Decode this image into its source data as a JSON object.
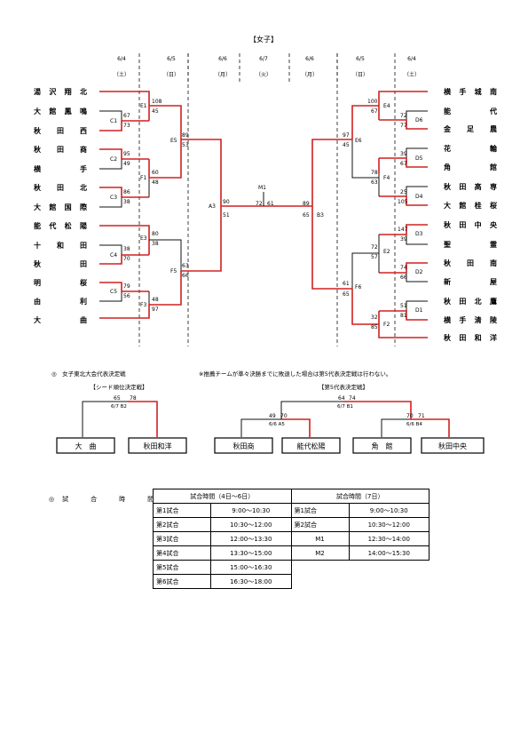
{
  "title": "【女子】",
  "dates": [
    {
      "date": "6/4",
      "day": "（土）"
    },
    {
      "date": "6/5",
      "day": "（日）"
    },
    {
      "date": "6/6",
      "day": "（月）"
    },
    {
      "date": "6/7",
      "day": "（火）"
    },
    {
      "date": "6/6",
      "day": "（月）"
    },
    {
      "date": "6/5",
      "day": "（日）"
    },
    {
      "date": "6/4",
      "day": "（土）"
    }
  ],
  "left_teams": [
    "湯沢翔北",
    "大館鳳鳴",
    "秋田西",
    "秋田商",
    "横手",
    "秋田北",
    "大館国際",
    "能代松陽",
    "十和田",
    "秋田",
    "明桜",
    "由利",
    "大曲"
  ],
  "right_teams": [
    "横手城南",
    "能代",
    "金足農",
    "花輪",
    "角館",
    "秋田高専",
    "大館桂桜",
    "秋田中央",
    "聖霊",
    "秋田南",
    "新屋",
    "秋田北鷹",
    "横手清陵",
    "秋田和洋"
  ],
  "match_labels": {
    "C1": "C1",
    "C2": "C2",
    "C3": "C3",
    "C4": "C4",
    "C5": "C5",
    "E1": "E1",
    "E3": "E3",
    "F1": "F1",
    "F3": "F3",
    "E5": "E5",
    "F5": "F5",
    "A3": "A3",
    "E4": "E4",
    "F4": "F4",
    "E2": "E2",
    "F2": "F2",
    "E6": "E6",
    "F6": "F6",
    "B3": "B3",
    "D1": "D1",
    "D2": "D2",
    "D3": "D3",
    "D4": "D4",
    "D5": "D5",
    "D6": "D6",
    "M1": "M1"
  },
  "scores": {
    "C1_top": "67",
    "C1_bot": "73",
    "C2_top": "95",
    "C2_bot": "49",
    "C3_top": "86",
    "C3_bot": "38",
    "C4_top": "38",
    "C4_bot": "70",
    "C5_top": "79",
    "C5_bot": "56",
    "E1_top": "108",
    "E1_bot": "45",
    "F1_top": "60",
    "F1_bot": "48",
    "E3_top": "80",
    "E3_bot": "38",
    "F3_top": "48",
    "F3_bot": "97",
    "E5_top": "89",
    "E5_bot": "53",
    "F5_top": "63",
    "F5_bot": "66",
    "A3_top": "90",
    "A3_bot": "51",
    "M1_left": "72",
    "M1_right": "61",
    "B3_top": "89",
    "B3_bot": "65",
    "E6_top": "97",
    "E6_bot": "45",
    "F6_top": "61",
    "F6_bot": "65",
    "E4_top": "100",
    "E4_bot": "67",
    "D6_top": "72",
    "D6_bot": "77",
    "D5_top": "39",
    "D5_bot": "67",
    "F4_top": "78",
    "F4_bot": "63",
    "D4_top": "25",
    "D4_bot": "105",
    "D3_top": "147",
    "D3_bot": "39",
    "E2_top": "72",
    "E2_bot": "57",
    "D2_top": "74",
    "D2_bot": "66",
    "F2_top": "32",
    "F2_bot": "85",
    "D1_top": "51",
    "D1_bot": "81"
  },
  "tohoku": {
    "heading": "◎　女子東北大会代表決定戦",
    "note": "※推薦チームが準々決勝までに敗退した場合は第5代表決定戦は行わない。",
    "seed_title": "【シード順位決定戦】",
    "fifth_title": "【第5代表決定戦】",
    "seed_match": {
      "left": "65",
      "right": "78",
      "info": "6/7  B2",
      "teams": [
        "大　曲",
        "秋田和洋"
      ]
    },
    "final_match": {
      "left": "64",
      "right": "74",
      "info": "6/7  B1"
    },
    "semi_a": {
      "left": "49",
      "right": "70",
      "info": "6/6  A5",
      "teams": [
        "秋田商",
        "能代松陽"
      ]
    },
    "semi_b": {
      "left": "70",
      "right": "71",
      "info": "6/6  B4",
      "teams": [
        "角　館",
        "秋田中央"
      ]
    }
  },
  "schedule": {
    "heading": "◎　試　　　合　　　時　　　間",
    "header_a": "試合時間（4日～6日）",
    "header_b": "試合時間（7日）",
    "rows": [
      [
        "第1試合",
        "9:00～10:30",
        "第1試合",
        "9:00～10:30"
      ],
      [
        "第2試合",
        "10:30～12:00",
        "第2試合",
        "10:30～12:00"
      ],
      [
        "第3試合",
        "12:00～13:30",
        "M1",
        "12:30～14:00"
      ],
      [
        "第4試合",
        "13:30～15:00",
        "M2",
        "14:00～15:30"
      ],
      [
        "第5試合",
        "15:00～16:30",
        "",
        ""
      ],
      [
        "第6試合",
        "16:30～18:00",
        "",
        ""
      ]
    ]
  }
}
